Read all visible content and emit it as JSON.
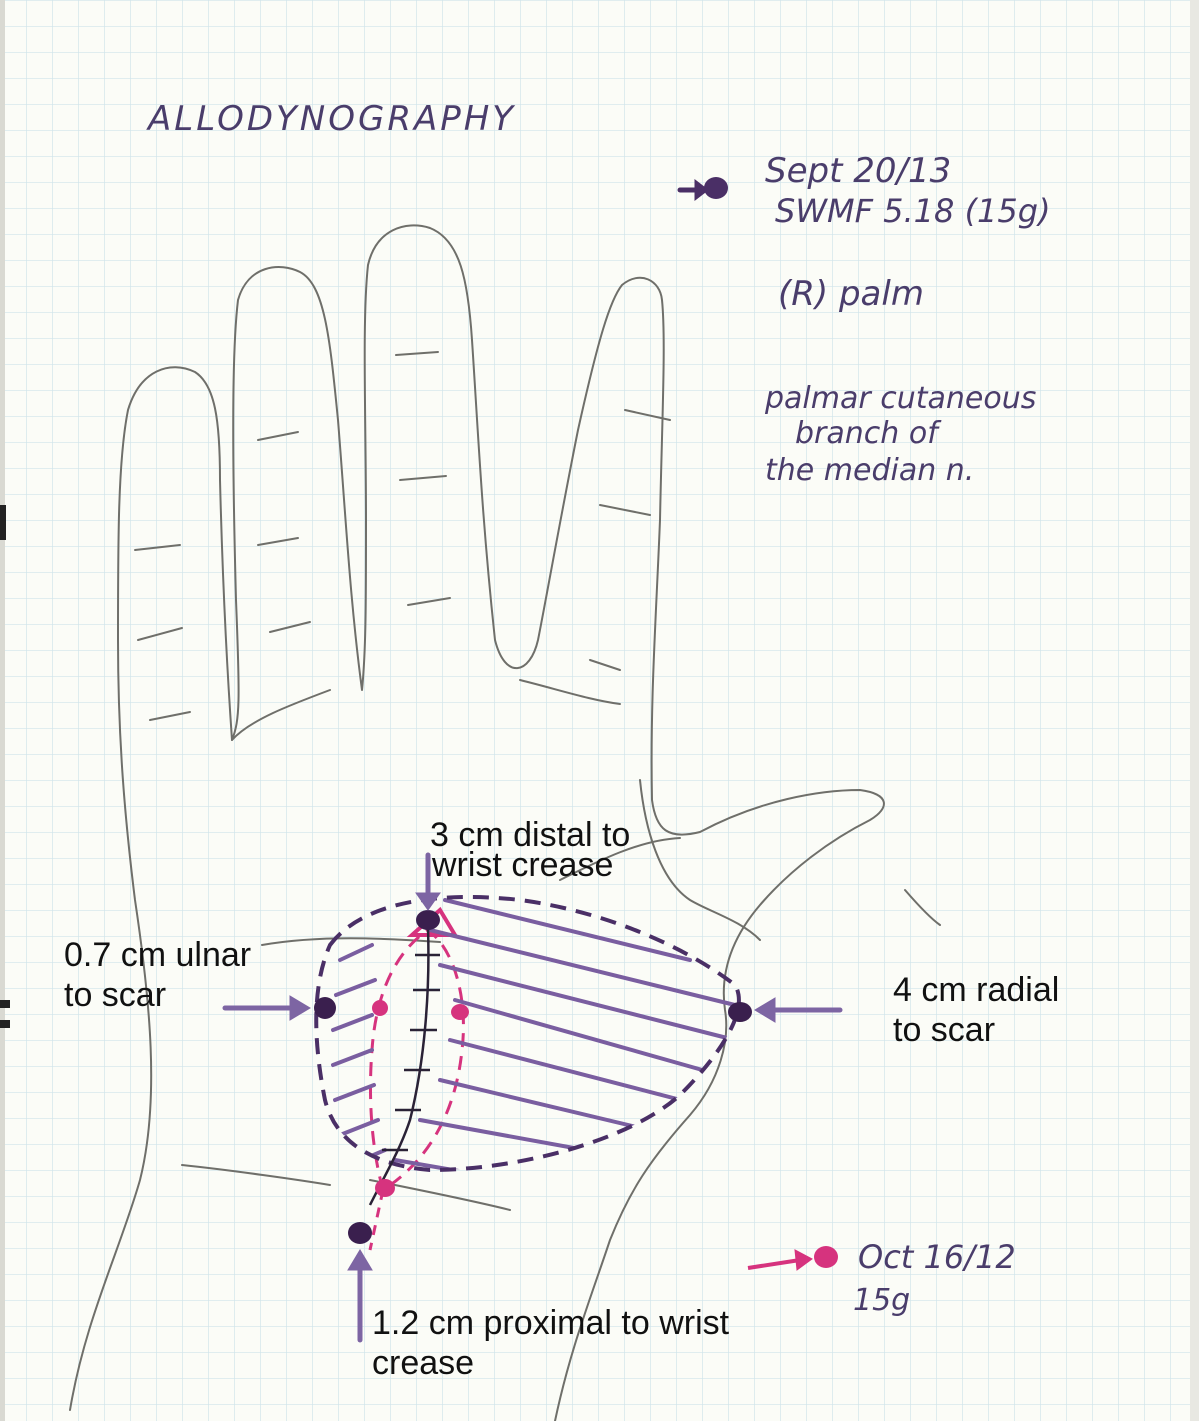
{
  "handwritten": {
    "title": "ALLODYNOGRAPHY",
    "legend_current": {
      "date": "Sept 20/13",
      "test": "SWMF 5.18 (15g)",
      "color": "#4a2f66"
    },
    "side": "(R) palm",
    "nerve": [
      "palmar cutaneous",
      "branch of",
      "the median n."
    ],
    "legend_previous": {
      "date": "Oct 16/12",
      "test": "15g",
      "color": "#d6337e"
    }
  },
  "annotations": {
    "distal": [
      "3 cm distal to",
      "wrist crease"
    ],
    "ulnar": [
      "0.7 cm ulnar",
      "to scar"
    ],
    "radial": [
      "4 cm radial",
      "to scar"
    ],
    "proximal": [
      "1.2 cm proximal to wrist",
      "crease"
    ]
  },
  "colors": {
    "paper": "#fbfcf7",
    "grid": "#cfe4ea",
    "pencil": "#6f6f6a",
    "current_marks": "#4a2f66",
    "previous_marks": "#d6337e",
    "hatch": "#7a5ea0",
    "arrows": "#7d65a3"
  }
}
